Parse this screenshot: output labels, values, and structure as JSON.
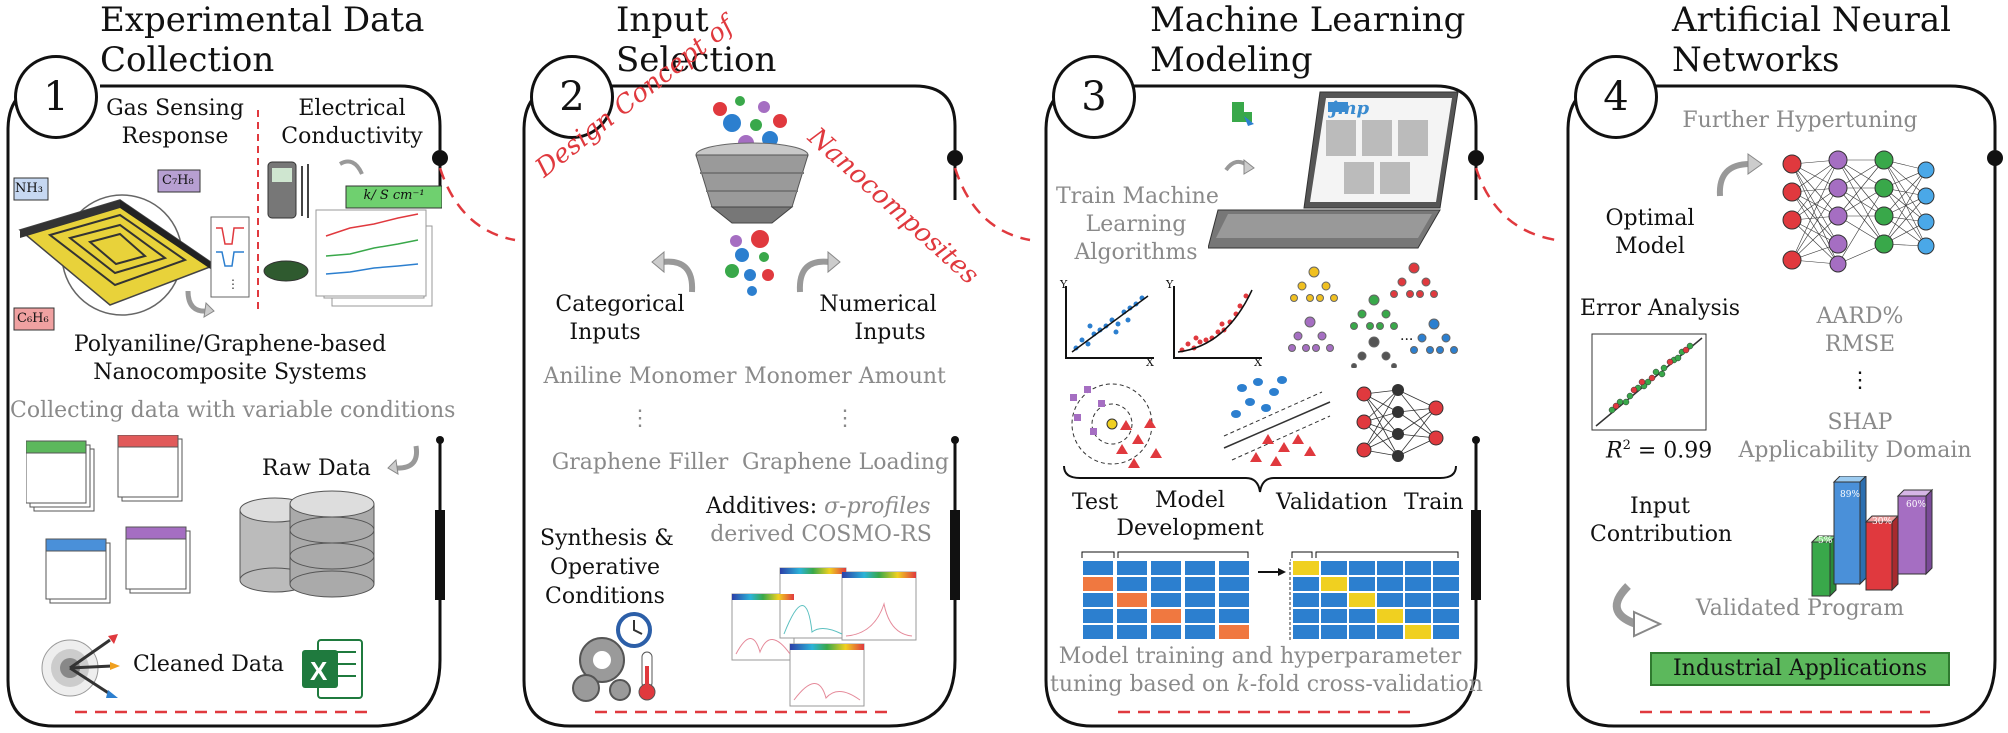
{
  "panels": [
    {
      "number": "1",
      "title_lines": [
        "Experimental Data",
        "Collection"
      ],
      "gas_sensing": [
        "Gas Sensing",
        "Response"
      ],
      "electrical": [
        "Electrical",
        "Conductivity"
      ],
      "conductivity_unit": "k/ S cm⁻¹",
      "gas_labels": [
        "NH₃",
        "C₇H₈",
        "C₆H₆"
      ],
      "systems": [
        "Polyaniline/Graphene-based",
        "Nanocomposite Systems"
      ],
      "collecting": "Collecting data with variable conditions",
      "raw_data": "Raw Data",
      "cleaned_data": "Cleaned Data"
    },
    {
      "number": "2",
      "title_lines": [
        "Input",
        "Selection"
      ],
      "design_left": "Design Concept of",
      "design_right": "Nanocomposites",
      "categorical": [
        "Categorical",
        "Inputs"
      ],
      "numerical": [
        "Numerical",
        "Inputs"
      ],
      "cat_items": [
        "Aniline Monomer",
        "⋮",
        "Graphene Filler"
      ],
      "num_items": [
        "Monomer Amount",
        "⋮",
        "Graphene Loading"
      ],
      "synthesis": [
        "Synthesis &",
        "Operative",
        "Conditions"
      ],
      "additives_label": "Additives:",
      "additives_italic": "σ-profiles",
      "additives_line2": "derived COSMO-RS"
    },
    {
      "number": "3",
      "title_lines": [
        "Machine Learning",
        "Modeling"
      ],
      "train": [
        "Train Machine",
        "Learning",
        "Algorithms"
      ],
      "test": "Test",
      "model_dev": [
        "Model",
        "Development"
      ],
      "validation": "Validation",
      "train_label": "Train",
      "caption_line1": "Model training and hyperparameter",
      "caption_pre": "tuning based on ",
      "caption_k": "k",
      "caption_post": "-fold cross-validation",
      "software": "jmp",
      "axis_y": "Y",
      "axis_x": "X",
      "tree_ellipsis": "..."
    },
    {
      "number": "4",
      "title_lines": [
        "Artificial Neural",
        "Networks"
      ],
      "hypertuning": "Further Hypertuning",
      "optimal": [
        "Optimal",
        "Model"
      ],
      "error": "Error Analysis",
      "metrics": [
        "AARD%",
        "RMSE",
        "⋮",
        "SHAP",
        "Applicability Domain"
      ],
      "r2_label": "R",
      "r2_sup": "2",
      "r2_value": " = 0.99",
      "input_contrib": [
        "Input",
        "Contribution"
      ],
      "bar_pcts": [
        "5%",
        "89%",
        "30%",
        "60%"
      ],
      "validated": "Validated Program",
      "industrial": "Industrial Applications"
    }
  ]
}
